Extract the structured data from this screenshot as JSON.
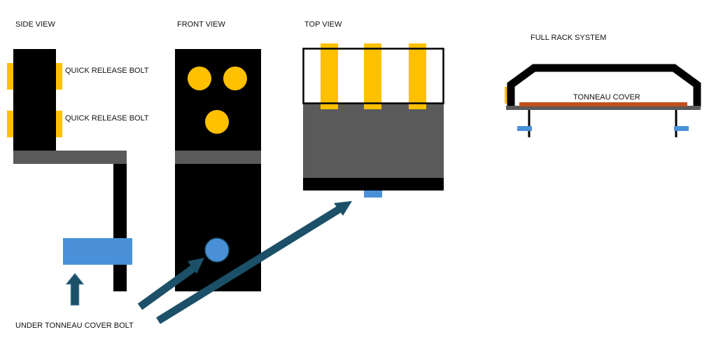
{
  "views": {
    "side_title": "SIDE VIEW",
    "front_title": "FRONT VIEW",
    "top_title": "TOP VIEW",
    "full_title": "FULL RACK SYSTEM"
  },
  "labels": {
    "quick_release_1": "QUICK RELEASE BOLT",
    "quick_release_2": "QUICK RELEASE BOLT",
    "tonneau_cover": "TONNEAU COVER",
    "under_bolt": "UNDER TONNEAU COVER BOLT"
  },
  "colors": {
    "frame": "#000000",
    "rail": "#5a5a5a",
    "quick_release_bolt": "#ffc000",
    "under_cover_bolt": "#4a90d9",
    "arrow": "#1b5068",
    "tonneau_cover": "#c0501c"
  }
}
